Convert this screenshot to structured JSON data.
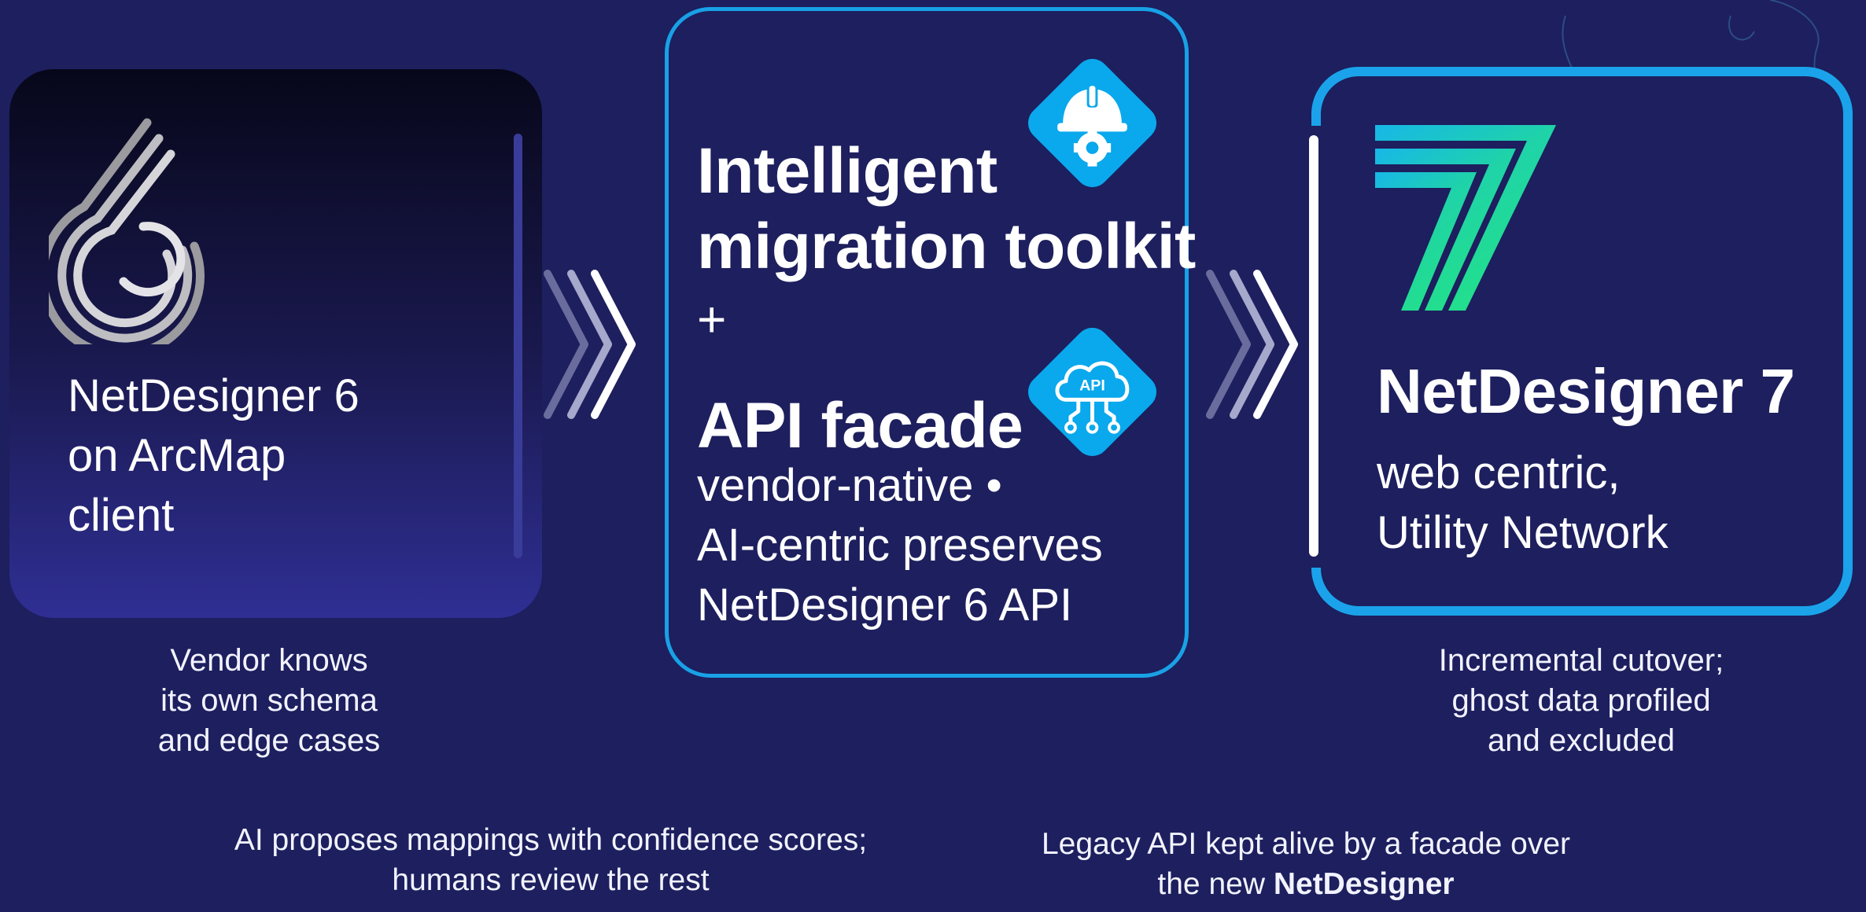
{
  "colors": {
    "background": "#1d1f5e",
    "accent_blue": "#19a1e6",
    "gradient_green": "#22e08a",
    "text": "#ffffff"
  },
  "left_panel": {
    "logo": "netdesigner-6-logo",
    "title_lines": [
      "NetDesigner 6",
      "on ArcMap",
      "client"
    ],
    "caption_lines": [
      "Vendor knows",
      "its own schema",
      "and edge cases"
    ]
  },
  "middle_panel": {
    "heading_lines": [
      "Intelligent",
      "migration toolkit"
    ],
    "plus": "+",
    "api_heading": "API facade",
    "sub_lines": [
      "vendor-native •",
      "AI-centric preserves",
      "NetDesigner 6 API"
    ],
    "icon_top": "engineer-gear-icon",
    "icon_bottom": "cloud-api-icon",
    "icon_bottom_label": "API"
  },
  "right_panel": {
    "logo": "netdesigner-7-logo",
    "title": "NetDesigner 7",
    "sub_lines": [
      "web centric,",
      "Utility Network"
    ],
    "caption_lines": [
      "Incremental cutover;",
      "ghost data profiled",
      "and excluded"
    ]
  },
  "bottom_notes": {
    "left_lines": [
      "AI proposes mappings with confidence scores;",
      "humans review the rest"
    ],
    "right_line1": "Legacy API kept alive by a facade over",
    "right_line2_prefix": "the new ",
    "right_line2_bold": "NetDesigner"
  }
}
